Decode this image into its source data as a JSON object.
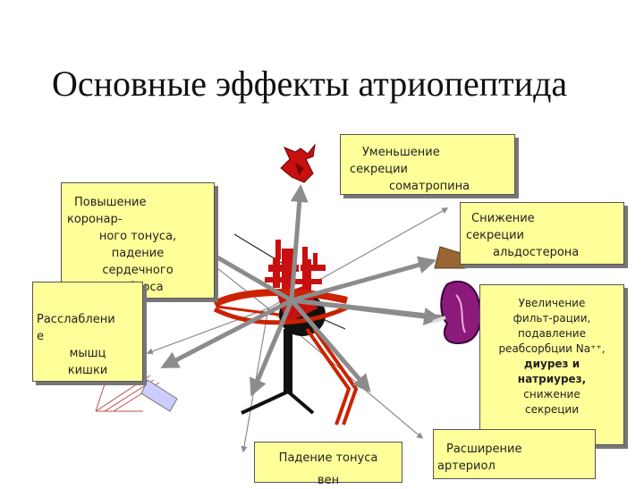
{
  "title": "Основные эффекты атриопептида",
  "effects": {
    "somatotropin": [
      "Уменьшение",
      "секреции",
      "соматропина"
    ],
    "aldosterone": [
      "Снижение",
      "секреции",
      "альдостерона"
    ],
    "coronary": [
      "Повышение",
      "коронар-",
      "ного тонуса,",
      "падение",
      "сердечного",
      "выброса"
    ],
    "intestine": [
      "Расслаблени",
      "е",
      "мышц",
      "кишки"
    ],
    "kidney": [
      "Увеличение",
      "фильт-рации,",
      "подавление",
      "реабсорбции Na⁺⁺,",
      "диурез  и",
      "натриурез,",
      "снижение",
      "секреции"
    ],
    "veins": [
      "Падение тонуса",
      "вен"
    ],
    "arterioles": [
      "Расширение",
      "артериол"
    ]
  },
  "colors": {
    "box_fill": "#ffff99",
    "arrow": "#8c8c8c",
    "vessel_red": "#cc2200",
    "organ_red": "#c81010",
    "kidney_purple": "#8c1a7a"
  }
}
